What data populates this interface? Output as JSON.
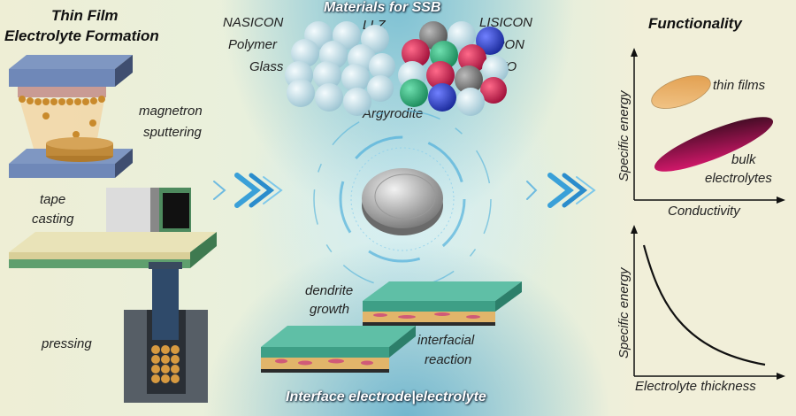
{
  "left": {
    "title_line1": "Thin Film",
    "title_line2": "Electrolyte Formation",
    "methods": [
      {
        "line1": "magnetron",
        "line2": "sputtering"
      },
      {
        "line1": "tape",
        "line2": "casting"
      },
      {
        "line1": "pressing"
      }
    ]
  },
  "center": {
    "title": "Materials for SSB",
    "materials_left": [
      "NASICON",
      "Polymer",
      "Glass"
    ],
    "materials_right": [
      "LLZ",
      "LISICON",
      "LIPON",
      "LLTO"
    ],
    "material_bottom": "Argyrodite",
    "interface_labels": {
      "dendrite_1": "dendrite",
      "dendrite_2": "growth",
      "reaction_1": "interfacial",
      "reaction_2": "reaction"
    },
    "bottom_title": "Interface electrode|electrolyte"
  },
  "right": {
    "title": "Functionality",
    "chart_top": {
      "ylabel": "Specific energy",
      "xlabel": "Conductivity",
      "region_1": "thin films",
      "region_2a": "bulk",
      "region_2b": "electrolytes"
    },
    "chart_bottom": {
      "ylabel": "Specific energy",
      "xlabel": "Electrolyte thickness"
    }
  },
  "colors": {
    "thin_films": "#e8a860",
    "bulk": "#e0166e",
    "accent_blue": "#2aa0d8"
  }
}
